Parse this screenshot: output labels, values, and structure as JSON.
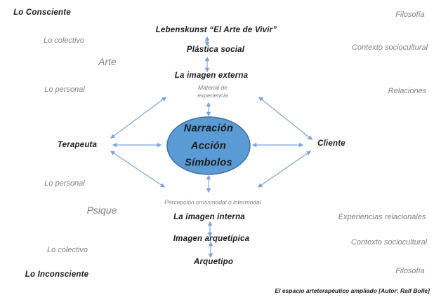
{
  "colors": {
    "arrow": "#7da4d8",
    "ellipse_fill": "#5b9bd5",
    "ellipse_border": "#41719c",
    "gray_text": "#7f7f7f",
    "black_text": "#1a1a1a"
  },
  "labels": {
    "lo_consciente": "Lo Consciente",
    "filosofia_top": "Filosofía",
    "lo_colectivo_top": "Lo colectivo",
    "contexto_top": "Contexto sociocultural",
    "arte": "Arte",
    "lo_personal_top": "Lo personal",
    "relaciones": "Relaciones",
    "lebenskunst": "Lebenskunst “El Arte de Vivir”",
    "plastica_social": "Plástica social",
    "imagen_externa": "La imagen externa",
    "material_experiencia": "Material de experiencia",
    "terapeuta": "Terapeuta",
    "cliente": "Cliente",
    "percepcion": "Percepción crossmodal o intermodal",
    "imagen_interna": "La imagen interna",
    "lo_personal_bottom": "Lo personal",
    "psique": "Psique",
    "experiencias_relacionales": "Experiencias relacionales",
    "imagen_arquetipica": "Imagen arquetípica",
    "contexto_bottom": "Contexto sociocultural",
    "lo_colectivo_bottom": "Lo colectivo",
    "arquetipo": "Arquetipo",
    "filosofia_bottom": "Filosofía",
    "lo_inconsciente": "Lo Inconsciente",
    "caption": "El espacio arteterapéutico ampliado [Autor: Ralf Bolle]"
  },
  "ellipse": {
    "line1": "Narración",
    "line2": "Acción",
    "line3": "Símbolos"
  }
}
